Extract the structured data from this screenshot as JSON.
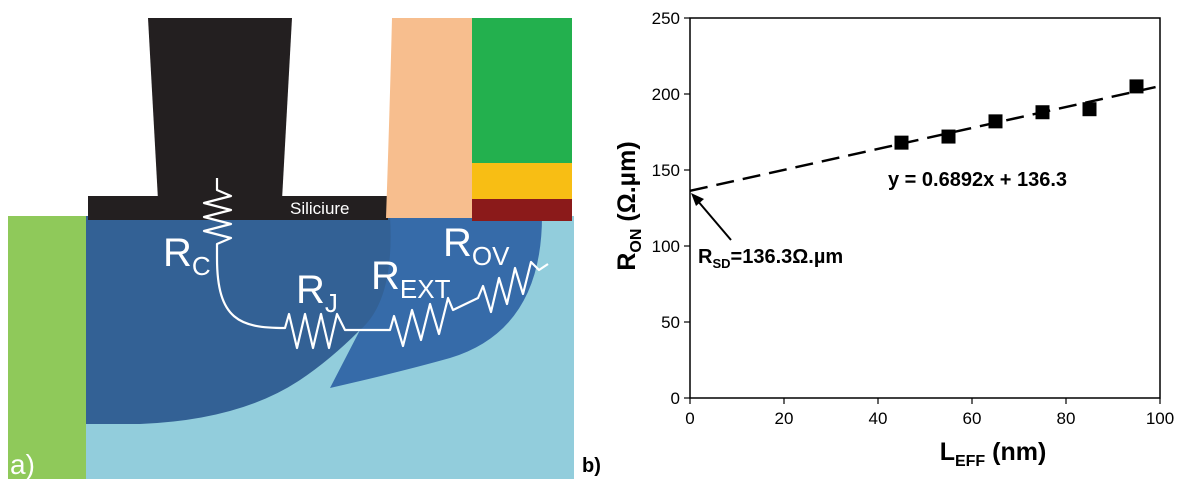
{
  "panel_a": {
    "label": "a)",
    "silicide_label": "Siliciure",
    "resistors": {
      "rc": {
        "main": "R",
        "sub": "C"
      },
      "rj": {
        "main": "R",
        "sub": "J"
      },
      "rext": {
        "main": "R",
        "sub": "EXT"
      },
      "rov": {
        "main": "R",
        "sub": "OV"
      }
    },
    "colors": {
      "contact": "#231f20",
      "spacer": "#f7be8e",
      "green_block": "#23b04e",
      "yellow_block": "#f8be14",
      "red_block": "#8b1a1a",
      "sti_green": "#8fc95a",
      "substrate": "#92cddc",
      "deep_junction": "#336195",
      "shallow_extension": "#366ba9",
      "wire": "#ffffff"
    }
  },
  "panel_b": {
    "label": "b)",
    "equation": "y = 0.6892x + 136.3",
    "rsd_annotation": {
      "main": "R",
      "sub": "SD",
      "rest": "=136.3Ω.µm"
    },
    "ylabel": {
      "main": "R",
      "sub": "ON",
      "rest": " (Ω.µm)"
    },
    "xlabel": {
      "main": "L",
      "sub": "EFF",
      "rest": " (nm)"
    }
  },
  "chart_data": {
    "type": "scatter",
    "x": [
      45,
      55,
      65,
      75,
      85,
      95
    ],
    "y": [
      168,
      172,
      182,
      188,
      190,
      205
    ],
    "fit": {
      "slope": 0.6892,
      "intercept": 136.3,
      "style": "dashed"
    },
    "xlim": [
      0,
      100
    ],
    "ylim": [
      0,
      250
    ],
    "xticks": [
      "0",
      "20",
      "40",
      "60",
      "80",
      "100"
    ],
    "yticks": [
      "0",
      "50",
      "100",
      "150",
      "200",
      "250"
    ],
    "xlabel": "LEFF (nm)",
    "ylabel": "RON (Ω.µm)",
    "grid": false,
    "legend": "none"
  }
}
